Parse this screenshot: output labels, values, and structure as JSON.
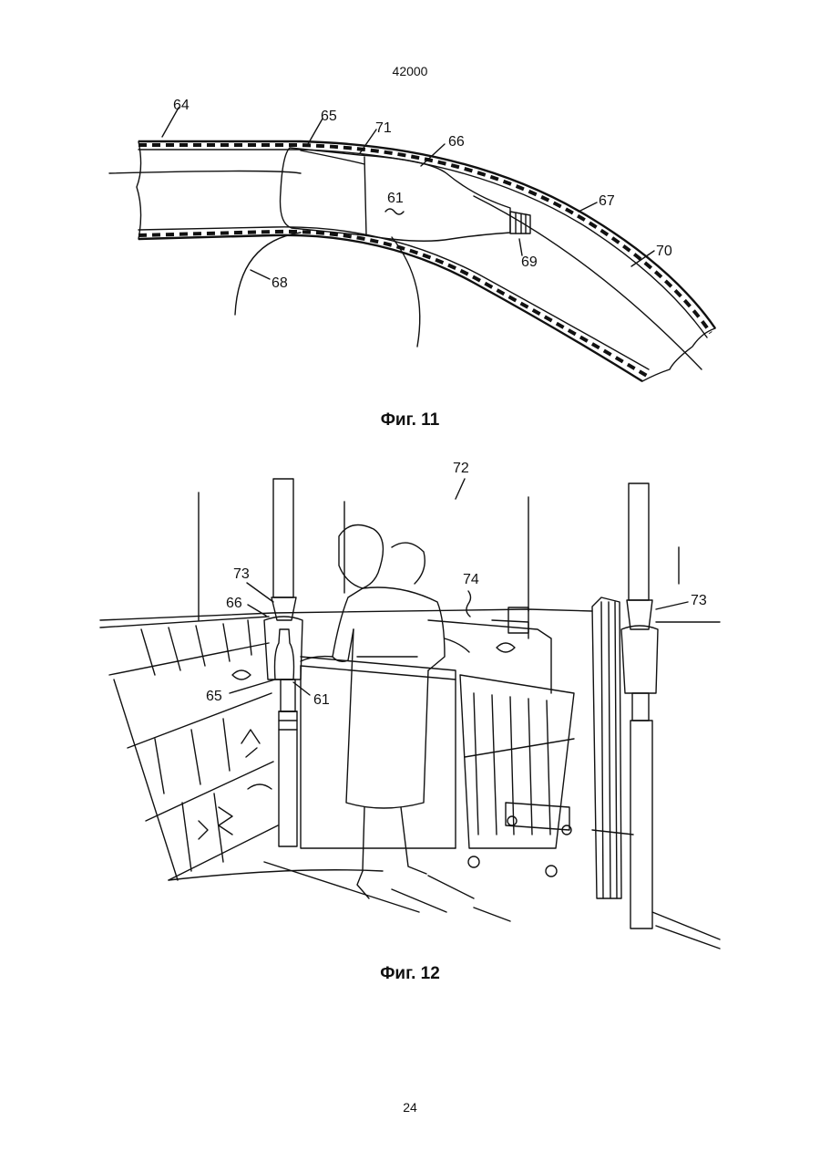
{
  "header": {
    "doc_number": "42000"
  },
  "figures": [
    {
      "caption": "Фиг. 11",
      "labels": {
        "l64": "64",
        "l65": "65",
        "l71": "71",
        "l66": "66",
        "l61": "61",
        "l67": "67",
        "l70": "70",
        "l69": "69",
        "l68": "68"
      }
    },
    {
      "caption": "Фиг. 12",
      "labels": {
        "l72": "72",
        "l73a": "73",
        "l66": "66",
        "l65": "65",
        "l61": "61",
        "l74": "74",
        "l73b": "73"
      }
    }
  ],
  "footer": {
    "page_number": "24"
  }
}
